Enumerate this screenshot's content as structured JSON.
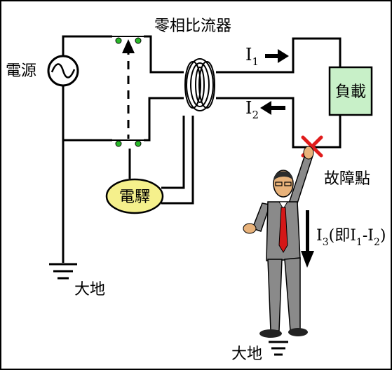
{
  "labels": {
    "power_source": "電源",
    "zct": "零相比流器",
    "load": "負載",
    "relay": "電驛",
    "fault_point": "故障點",
    "ground_left": "大地",
    "ground_bottom": "大地",
    "current_1": {
      "base": "I",
      "sub": "1"
    },
    "current_2": {
      "base": "I",
      "sub": "2"
    },
    "current_3": {
      "base": "I",
      "sub": "3",
      "paren_open": "(即",
      "i1_base": "I",
      "i1_sub": "1",
      "minus": "-",
      "i2_base": "I",
      "i2_sub": "2",
      "paren_close": ")"
    }
  },
  "colors": {
    "wire": "#000000",
    "load_fill": "#c8f0c8",
    "relay_fill": "#f5f08c",
    "contact_green": "#2ab82a",
    "fault_red": "#e01b1b",
    "tie_red": "#d41818",
    "suit_gray": "#8a8a8a",
    "skin": "#e8b27a"
  },
  "icons": {
    "source": "ac-source-icon",
    "ground": "ground-icon",
    "fault": "fault-x-icon",
    "person": "person-icon",
    "arrow": "current-arrow-icon"
  }
}
